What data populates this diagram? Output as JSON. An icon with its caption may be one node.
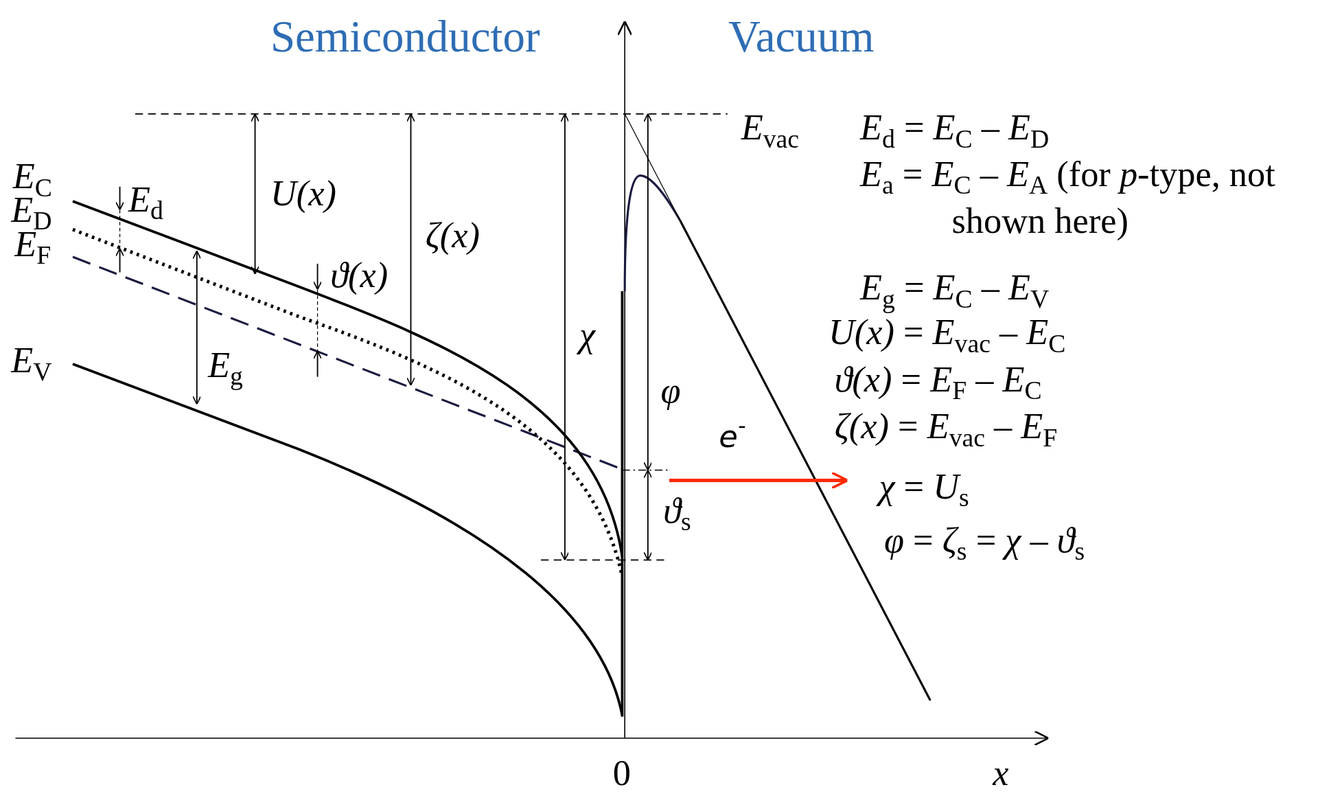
{
  "diagram": {
    "labels": [
      "Semiconductor",
      "Vacuum",
      "*E*$_{vac}$",
      "*E*$_{d}$ = *E*$_{C}$ – *E*$_{D}$",
      "*E*$_{a}$ = *E*$_{C}$ – *E*$_{A}$ (for *p*-type, not shown here)",
      "*E*$_{g}$ = *E*$_{C}$ – *E*$_{V}$",
      "*U(x)* = *E*$_{vac}$ – *E*$_{C}$",
      "*ϑ(x)* = *E*$_{F}$ – *E*$_{C}$",
      "*ζ(x)* = *E*$_{vac}$ – *E*$_{F}$",
      "*χ* = *U*$_{s}$",
      "*φ* = *ζ*$_{s}$ = *χ* – *ϑ*$_{s}$",
      "*E*$_{C}$",
      "*E*$_{D}$",
      "*E*$_{F}$",
      "*E*$_{V}$",
      "*E*$_{d}$",
      "U(x)",
      "ζ(x)",
      "ϑ(x)",
      "*E*$_{g}$",
      "χ",
      "φ",
      "e$^{-}$",
      "*ϑ*$_{s}$",
      "0",
      "x"
    ]
  }
}
